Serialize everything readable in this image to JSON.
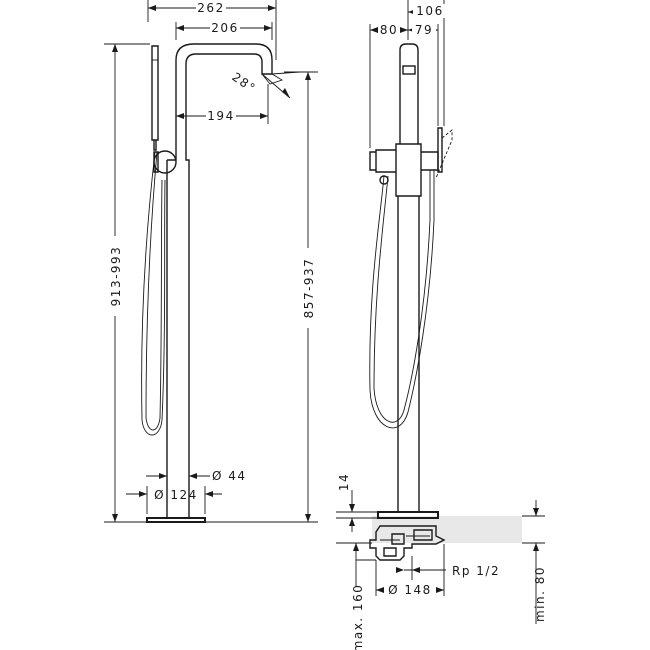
{
  "dimensions": {
    "total_reach": "262",
    "spout_reach": "206",
    "spout_angle": "28°",
    "body_offset": "194",
    "total_height": "913-993",
    "spout_height": "857-937",
    "pipe_diameter": "Ø 44",
    "base_diameter": "Ø 124",
    "side_offset_left": "80",
    "side_offset_right": "79",
    "side_handle_reach": "106",
    "base_thickness": "14",
    "connection_thread": "Rp 1/2",
    "install_diameter": "Ø 148",
    "max_depth": "max. 160",
    "min_depth": "min. 80"
  }
}
